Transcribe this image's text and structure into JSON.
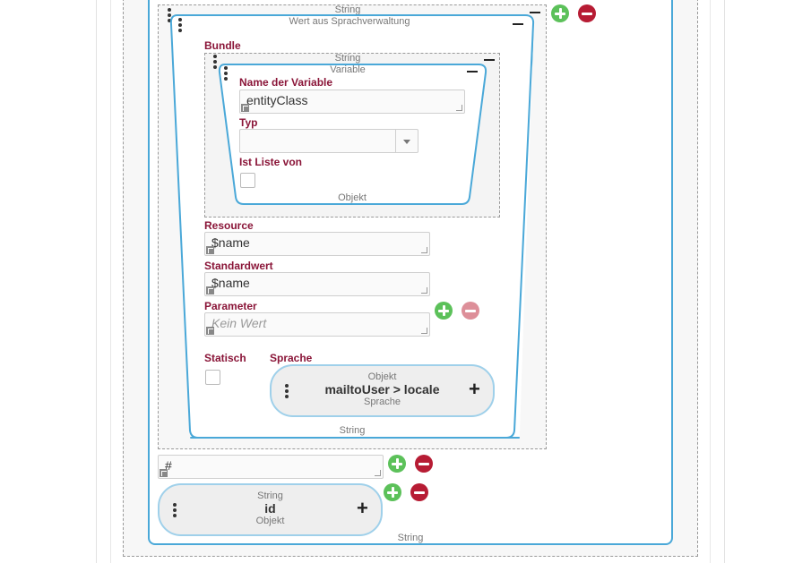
{
  "outer": {
    "type_caption_top": "String",
    "type_caption_bottom": "String"
  },
  "sprachverwaltung": {
    "title": "Wert aus Sprachverwaltung",
    "bottom_caption": "String",
    "bundle_label": "Bundle",
    "bundle_type": "String",
    "variable": {
      "title": "Variable",
      "bottom_caption": "Objekt",
      "name_label": "Name der Variable",
      "name_value": "entityClass",
      "typ_label": "Typ",
      "typ_value": "",
      "ist_liste_label": "Ist Liste von"
    },
    "resource_label": "Resource",
    "resource_value": "$name",
    "standardwert_label": "Standardwert",
    "standardwert_value": "$name",
    "parameter_label": "Parameter",
    "parameter_placeholder": "Kein Wert",
    "statisch_label": "Statisch",
    "sprache_label": "Sprache",
    "sprache_pill": {
      "top": "Objekt",
      "main": "mailtoUser > locale",
      "bottom": "Sprache"
    }
  },
  "hash_input_value": "#",
  "id_pill": {
    "top": "String",
    "main": "id",
    "bottom": "Objekt"
  },
  "icons": {
    "add": "plus-circle-icon",
    "remove": "minus-circle-icon",
    "drag": "drag-handle-icon",
    "collapse": "collapse-minus-icon"
  },
  "colors": {
    "accent_blue": "#4aa8d8",
    "label_maroon": "#8a1538",
    "add_green": "#5cc15a",
    "remove_red": "#b71c34"
  }
}
